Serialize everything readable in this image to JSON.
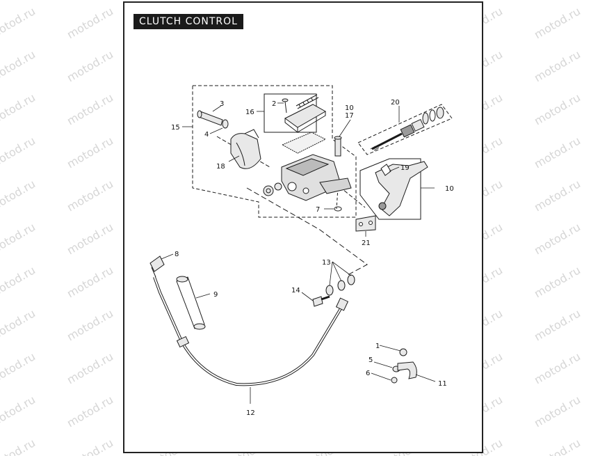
{
  "title": "CLUTCH CONTROL",
  "watermark": "motod.ru",
  "callouts": {
    "c1": "1",
    "c2": "2",
    "c3": "3",
    "c4": "4",
    "c5": "5",
    "c6": "6",
    "c7": "7",
    "c8": "8",
    "c9": "9",
    "c10a": "10",
    "c17": "17",
    "c10b": "10",
    "c11": "11",
    "c12": "12",
    "c13": "13",
    "c14": "14",
    "c15": "15",
    "c16": "16",
    "c18": "18",
    "c19": "19",
    "c20": "20",
    "c21": "21"
  },
  "colors": {
    "line": "#1a1a1a",
    "part_fill": "#e8e8e8",
    "part_dark": "#9a9a9a",
    "watermark": "#d6d6d6"
  }
}
